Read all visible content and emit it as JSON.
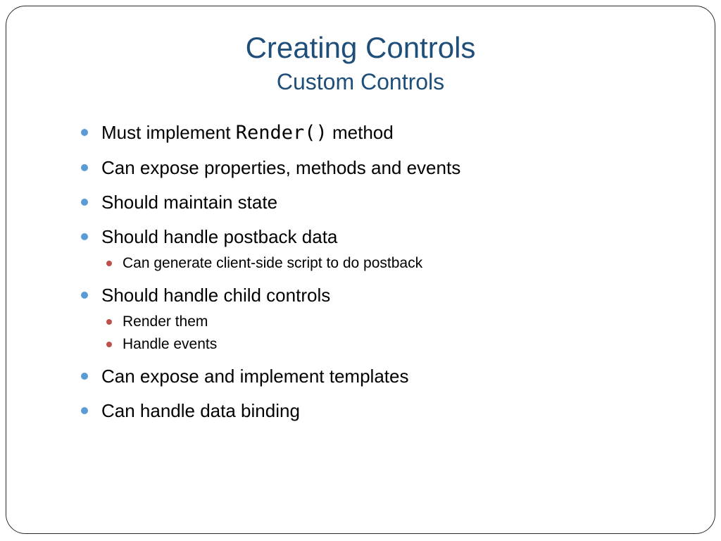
{
  "slide": {
    "title": "Creating Controls",
    "subtitle": "Custom Controls",
    "bullets": [
      {
        "level": 1,
        "text_before": "Must implement ",
        "code": "Render()",
        "text_after": " method"
      },
      {
        "level": 1,
        "text": "Can expose properties, methods and events"
      },
      {
        "level": 1,
        "text": "Should maintain state"
      },
      {
        "level": 1,
        "text": "Should handle postback data"
      },
      {
        "level": 2,
        "text": "Can generate client-side script to do postback"
      },
      {
        "level": 1,
        "text": "Should handle child controls"
      },
      {
        "level": 2,
        "text": "Render them"
      },
      {
        "level": 2,
        "text": "Handle events"
      },
      {
        "level": 1,
        "text": "Can expose and implement templates"
      },
      {
        "level": 1,
        "text": "Can handle data binding"
      }
    ]
  },
  "colors": {
    "title": "#1f4e79",
    "bullet_level1": "#5b9bd5",
    "bullet_level2": "#c0504d",
    "frame_border": "#2b2b2b"
  }
}
